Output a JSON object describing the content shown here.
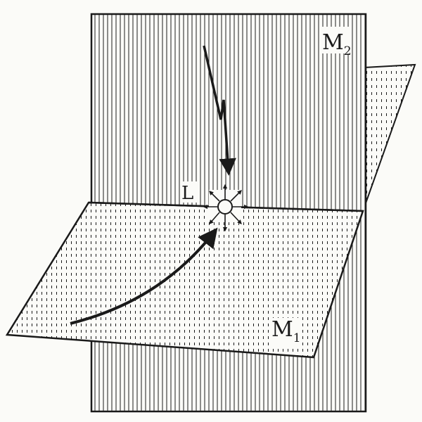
{
  "labels": {
    "plane_top": "M",
    "plane_top_sub": "2",
    "plane_bottom": "M",
    "plane_bottom_sub": "1",
    "intersection_line": "L"
  },
  "colors": {
    "ink": "#1a1a1a",
    "paper": "#fbfbf8"
  },
  "icons": {
    "incoming_path_top": "zigzag-arrow-icon",
    "incoming_path_bottom": "curved-arrow-icon",
    "event_point": "radiating-circle-icon"
  }
}
